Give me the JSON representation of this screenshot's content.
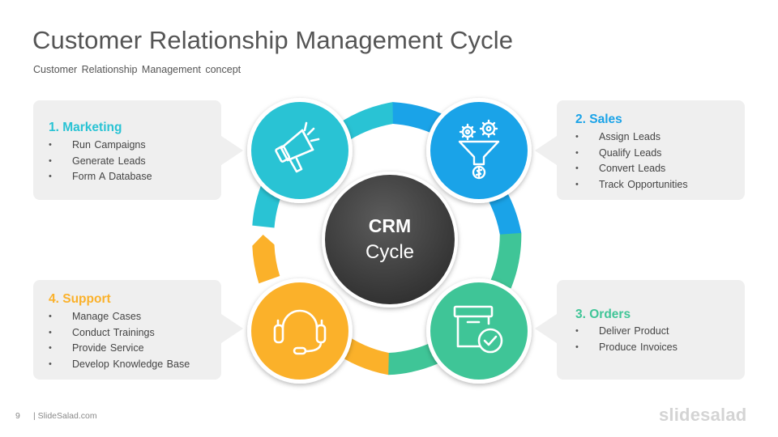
{
  "header": {
    "title": "Customer Relationship Management Cycle",
    "subtitle": "Customer Relationship Management concept"
  },
  "center": {
    "line1": "CRM",
    "line2": "Cycle"
  },
  "stages": [
    {
      "title": "1. Marketing",
      "color": "#29c3d4",
      "icon": "megaphone-icon",
      "items": [
        "Run Campaigns",
        "Generate Leads",
        "Form A Database"
      ]
    },
    {
      "title": "2. Sales",
      "color": "#1aa3e8",
      "icon": "sales-funnel-gears-icon",
      "items": [
        "Assign Leads",
        "Qualify Leads",
        "Convert Leads",
        "Track Opportunities"
      ]
    },
    {
      "title": "3. Orders",
      "color": "#3fc597",
      "icon": "delivered-box-icon",
      "items": [
        "Deliver Product",
        "Produce Invoices"
      ]
    },
    {
      "title": "4. Support",
      "color": "#fbb12a",
      "icon": "headset-icon",
      "items": [
        "Manage Cases",
        "Conduct Trainings",
        "Provide Service",
        "Develop Knowledge Base"
      ]
    }
  ],
  "footer": {
    "page_number": "9",
    "site": "| SlideSalad.com",
    "brand": "slidesalad"
  }
}
